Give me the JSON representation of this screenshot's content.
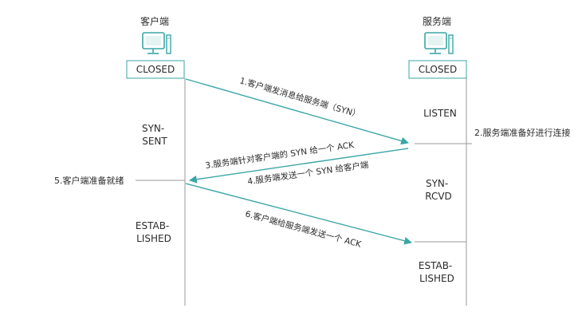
{
  "client": {
    "title": "客户端",
    "box_label": "CLOSED",
    "states": [
      [
        "SYN-",
        "SENT"
      ],
      [
        "ESTAB-",
        "LISHED"
      ]
    ],
    "note": "5.客户端准备就绪"
  },
  "server": {
    "title": "服务端",
    "box_label": "CLOSED",
    "states": [
      [
        "LISTEN"
      ],
      [
        "SYN-",
        "RCVD"
      ],
      [
        "ESTAB-",
        "LISHED"
      ]
    ],
    "note": "2.服务端准备好进行连接"
  },
  "messages": [
    {
      "label": "1.客户端发消息给服务端（SYN）",
      "direction": "client-to-server"
    },
    {
      "label": "3.服务端针对客户端的 SYN 给一个 ACK",
      "direction": "server-to-client"
    },
    {
      "label": "4.服务端发送一个 SYN 给客户端",
      "direction": "server-to-client"
    },
    {
      "label": "6.客户端给服务端发送一个 ACK",
      "direction": "client-to-server"
    }
  ],
  "colors": {
    "arrow": "#3aa6a6",
    "lifeline": "#9a9a9a",
    "box_border": "#3aa6a6",
    "icon": "#3aa6a6"
  }
}
